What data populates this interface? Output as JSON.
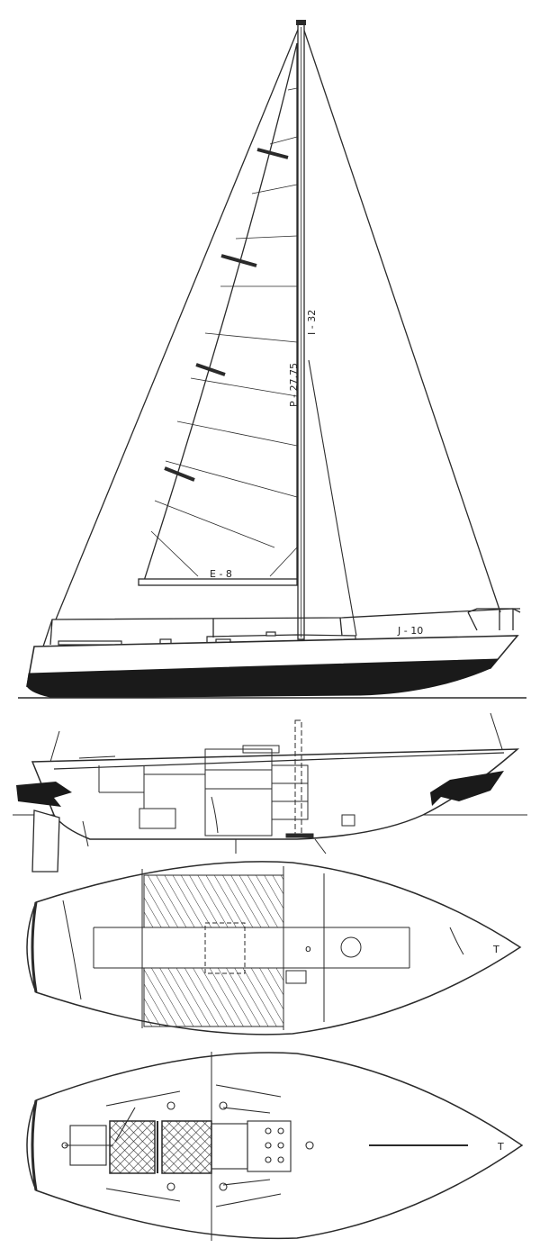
{
  "labels": {
    "i": "I - 32",
    "p": "P - 27.75",
    "e": "E - 8",
    "j": "J - 10"
  },
  "views": [
    "sail-plan",
    "inboard-profile",
    "accommodation-plan",
    "deck-plan"
  ]
}
